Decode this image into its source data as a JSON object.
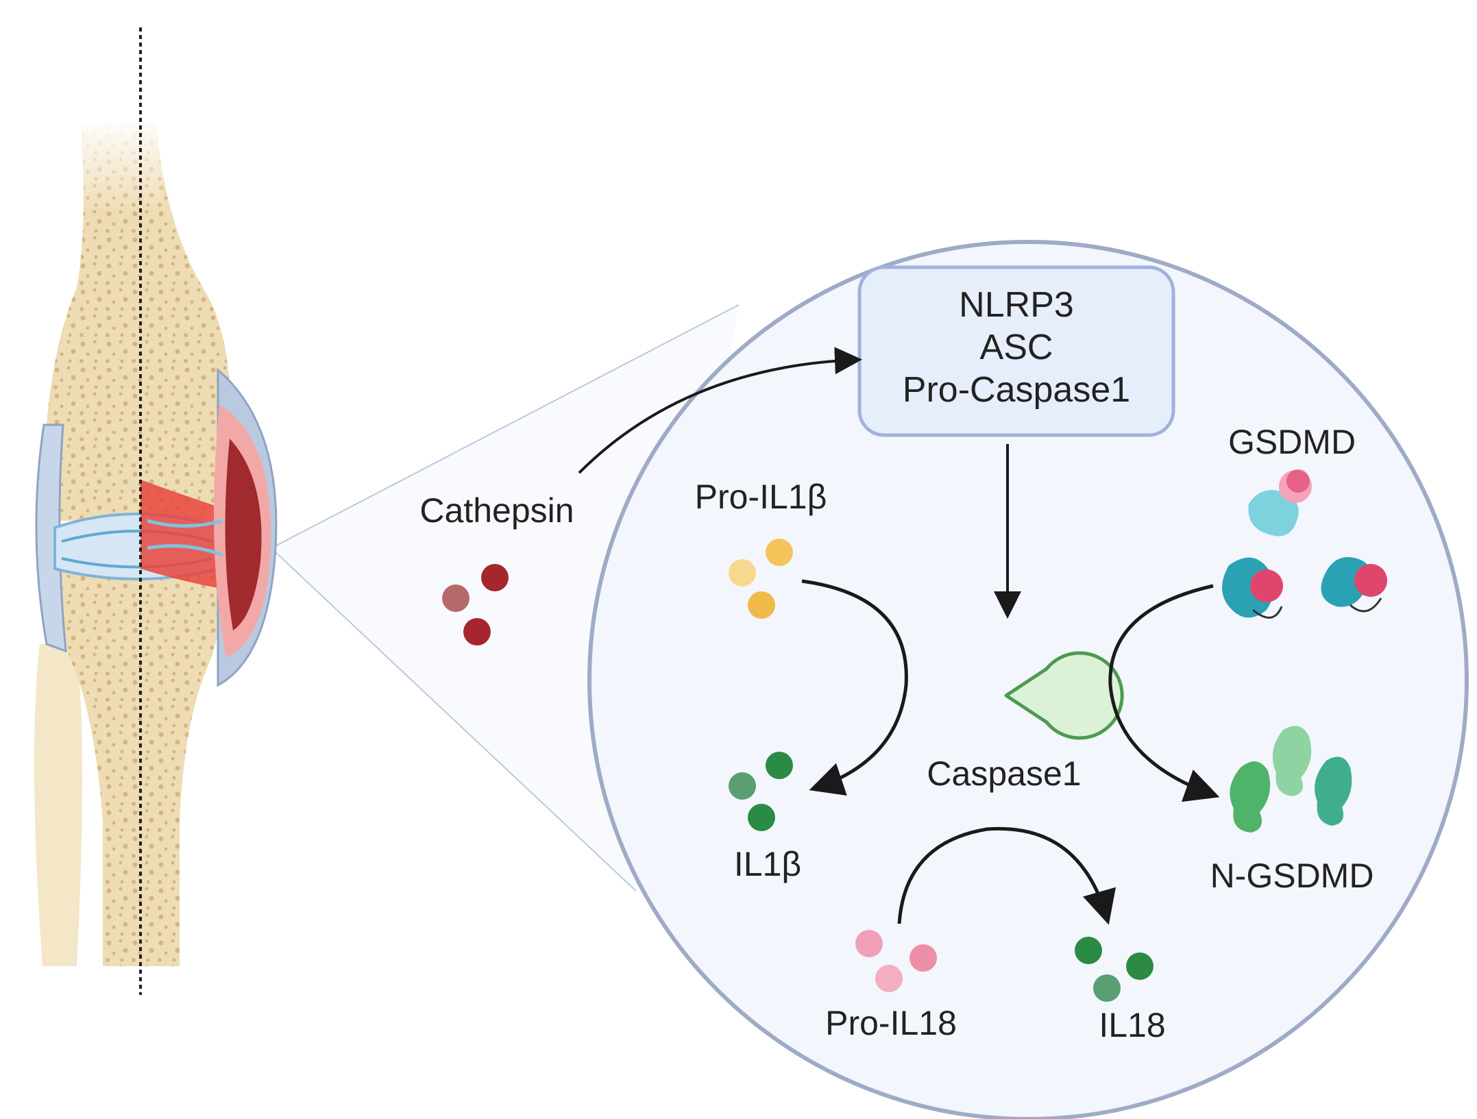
{
  "labels": {
    "cathepsin": "Cathepsin",
    "complex_line1": "NLRP3",
    "complex_line2": "ASC",
    "complex_line3": "Pro-Caspase1",
    "pro_il1b": "Pro-IL1β",
    "il1b": "IL1β",
    "caspase1": "Caspase1",
    "gsdmd": "GSDMD",
    "n_gsdmd": "N-GSDMD",
    "pro_il18": "Pro-IL18",
    "il18": "IL18"
  },
  "colors": {
    "zoom_circle_fill": "#f3f6fc",
    "zoom_circle_stroke": "#9eabc6",
    "complex_box_fill": "#e7eefb",
    "complex_box_stroke": "#9eb3d8",
    "cathepsin": [
      "#b56a6a",
      "#a6262e",
      "#a6262e"
    ],
    "pro_il1b": [
      "#f8d88e",
      "#f4c35a",
      "#f0b949"
    ],
    "il1b": [
      "#5a9e72",
      "#2b8a43",
      "#2b8a43"
    ],
    "pro_il18": [
      "#f0a0b6",
      "#ee8fa8",
      "#f3aec0"
    ],
    "il18": [
      "#2b8a43",
      "#2b8a43",
      "#5a9e72"
    ],
    "caspase1_fill": "#dcf2d8",
    "caspase1_stroke": "#4e9a50",
    "gsdmd_teal": "#2ba2b4",
    "gsdmd_pink": "#e0456e",
    "n_gsdmd_green": "#4fb36a",
    "bone": "#eedcb4",
    "inflammation": "#e8453e"
  },
  "icons": [
    "knee-joint-icon",
    "cathepsin-molecules-icon",
    "caspase1-pacman-icon",
    "gsdmd-protein-icon",
    "n-gsdmd-fragment-icon"
  ]
}
